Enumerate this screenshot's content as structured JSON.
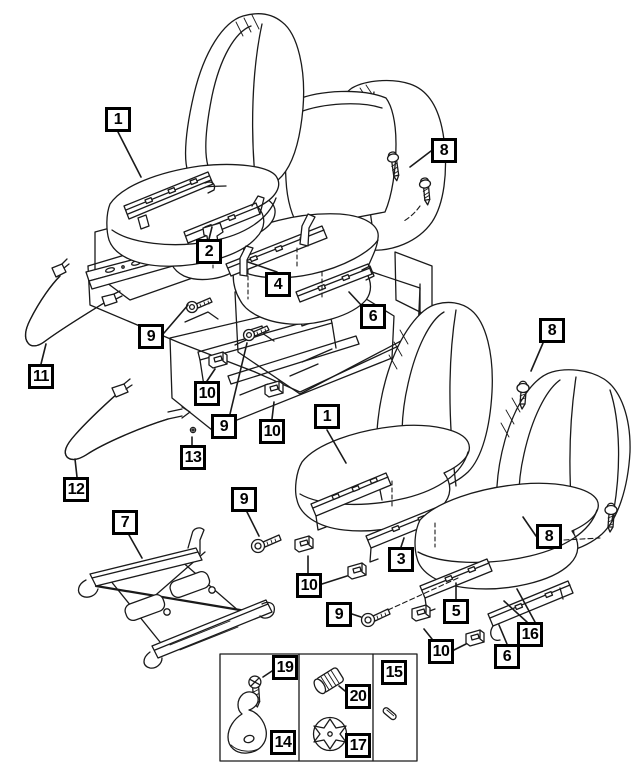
{
  "diagram": {
    "description": "Exploded parts diagram of vehicle front seats with adjusters, tracks, shields and attaching hardware",
    "background_color": "#ffffff",
    "line_color": "#1a1a1a",
    "callouts": [
      {
        "number": "1"
      },
      {
        "number": "2"
      },
      {
        "number": "4"
      },
      {
        "number": "8"
      },
      {
        "number": "9"
      },
      {
        "number": "11"
      },
      {
        "number": "10"
      },
      {
        "number": "9"
      },
      {
        "number": "10"
      },
      {
        "number": "13"
      },
      {
        "number": "12"
      },
      {
        "number": "6"
      },
      {
        "number": "8"
      },
      {
        "number": "1"
      },
      {
        "number": "7"
      },
      {
        "number": "9"
      },
      {
        "number": "3"
      },
      {
        "number": "10"
      },
      {
        "number": "9"
      },
      {
        "number": "5"
      },
      {
        "number": "10"
      },
      {
        "number": "16"
      },
      {
        "number": "6"
      },
      {
        "number": "8"
      },
      {
        "number": "19"
      },
      {
        "number": "14"
      },
      {
        "number": "20"
      },
      {
        "number": "17"
      },
      {
        "number": "15"
      }
    ]
  }
}
